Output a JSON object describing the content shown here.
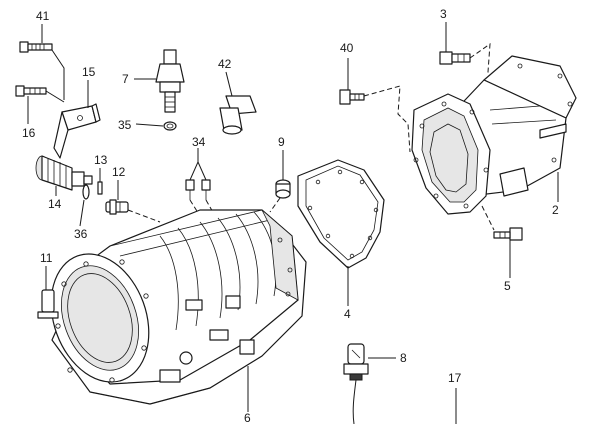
{
  "callouts": {
    "c41": "41",
    "c3": "3",
    "c40": "40",
    "c15": "15",
    "c7": "7",
    "c42": "42",
    "c16": "16",
    "c35": "35",
    "c34": "34",
    "c9": "9",
    "c13": "13",
    "c12": "12",
    "c14": "14",
    "c36": "36",
    "c2": "2",
    "c11": "11",
    "c5": "5",
    "c4": "4",
    "c8": "8",
    "c17": "17",
    "c6": "6"
  },
  "colors": {
    "line": "#1a1a1a",
    "fill": "#ffffff",
    "shade": "#e6e6e6"
  }
}
